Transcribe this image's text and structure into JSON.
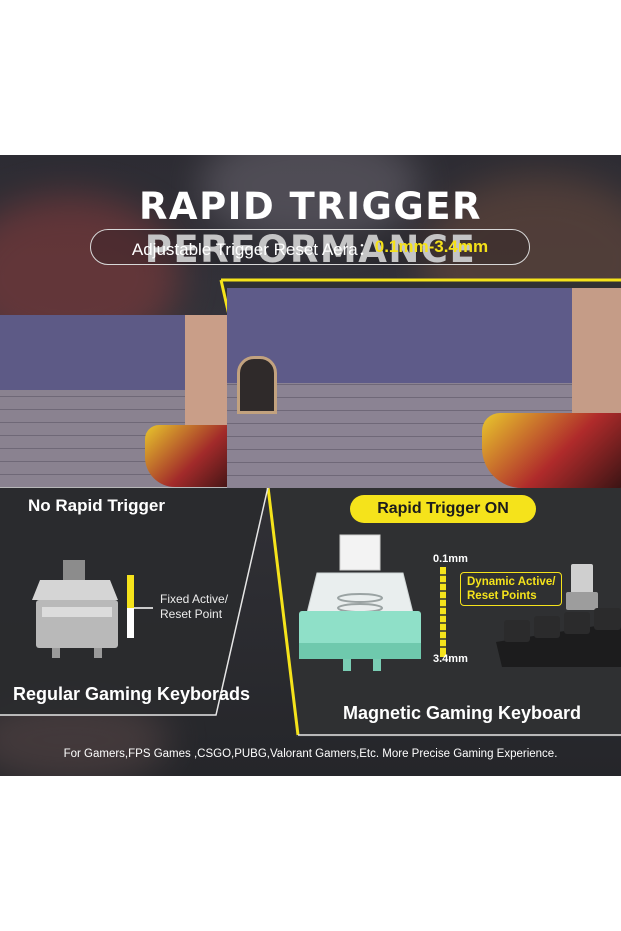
{
  "title": "RAPID TRIGGER PERFORMANCE",
  "subtitle": {
    "label": "Adjustable Trigger Reset Aera：",
    "range": "0.1mm-3.4mm"
  },
  "left_panel": {
    "heading": "No Rapid Trigger",
    "switch_label_line1": "Fixed Active/",
    "switch_label_line2": "Reset Point",
    "caption": "Regular Gaming Keyborads"
  },
  "right_panel": {
    "badge": "Rapid Trigger ON",
    "top_mm": "0.1mm",
    "bottom_mm": "3.4mm",
    "dynamic_label_line1": "Dynamic Active/",
    "dynamic_label_line2": "Reset Points",
    "caption": "Magnetic Gaming Keyboard"
  },
  "footer": "For Gamers,FPS Games ,CSGO,PUBG,Valorant Gamers,Etc. More Precise Gaming Experience.",
  "colors": {
    "accent": "#f5e31b",
    "panel_dark": "#2f3033",
    "mint": "#8fe0c8"
  }
}
